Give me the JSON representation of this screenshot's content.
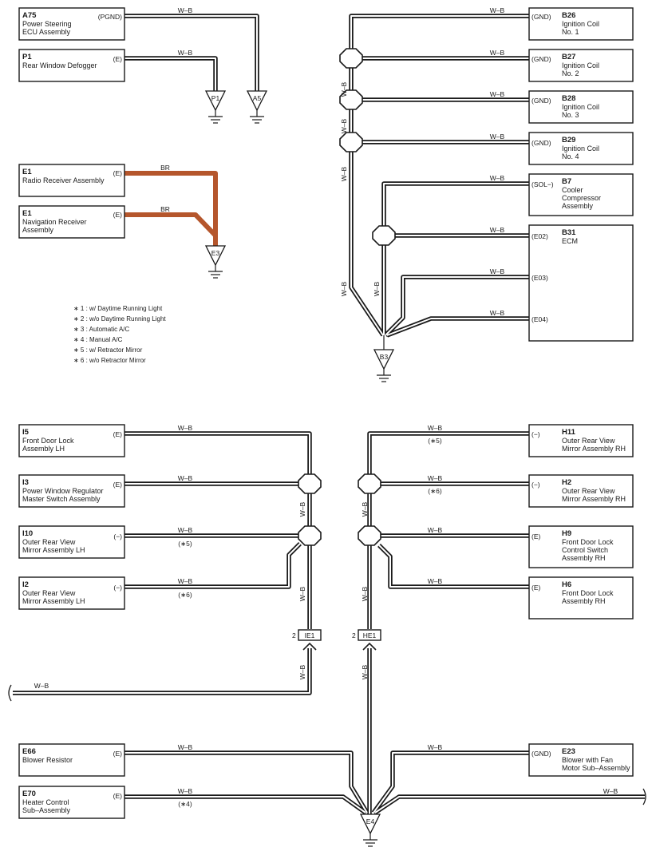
{
  "components": [
    {
      "id": "A75",
      "name": [
        "Power Steering",
        "ECU Assembly"
      ],
      "pin": "(PGND)"
    },
    {
      "id": "P1",
      "name": [
        "Rear Window Defogger"
      ],
      "pin": "(E)"
    },
    {
      "id": "E1",
      "name": [
        "Radio Receiver Assembly"
      ],
      "pin": "(E)"
    },
    {
      "id": "E1",
      "name": [
        "Navigation Receiver",
        "Assembly"
      ],
      "pin": "(E)"
    },
    {
      "id": "B26",
      "name": [
        "Ignition Coil",
        "No. 1"
      ],
      "pin": "(GND)"
    },
    {
      "id": "B27",
      "name": [
        "Ignition Coil",
        "No. 2"
      ],
      "pin": "(GND)"
    },
    {
      "id": "B28",
      "name": [
        "Ignition Coil",
        "No. 3"
      ],
      "pin": "(GND)"
    },
    {
      "id": "B29",
      "name": [
        "Ignition Coil",
        "No. 4"
      ],
      "pin": "(GND)"
    },
    {
      "id": "B7",
      "name": [
        "Cooler",
        "Compressor",
        "Assembly"
      ],
      "pin": "(SOL−)"
    },
    {
      "id": "B31",
      "name": [
        "ECM"
      ],
      "pins": [
        "(E02)",
        "(E03)",
        "(E04)"
      ]
    },
    {
      "id": "I5",
      "name": [
        "Front Door Lock",
        "Assembly LH"
      ],
      "pin": "(E)"
    },
    {
      "id": "I3",
      "name": [
        "Power Window Regulator",
        "Master Switch Assembly"
      ],
      "pin": "(E)"
    },
    {
      "id": "I10",
      "name": [
        "Outer Rear View",
        "Mirror Assembly LH"
      ],
      "pin": "(−)"
    },
    {
      "id": "I2",
      "name": [
        "Outer Rear View",
        "Mirror Assembly LH"
      ],
      "pin": "(−)"
    },
    {
      "id": "H11",
      "name": [
        "Outer Rear View",
        "Mirror Assembly RH"
      ],
      "pin": "(−)"
    },
    {
      "id": "H2",
      "name": [
        "Outer Rear View",
        "Mirror Assembly RH"
      ],
      "pin": "(−)"
    },
    {
      "id": "H9",
      "name": [
        "Front Door Lock",
        "Control Switch",
        "Assembly RH"
      ],
      "pin": "(E)"
    },
    {
      "id": "H6",
      "name": [
        "Front Door Lock",
        "Assembly RH"
      ],
      "pin": "(E)"
    },
    {
      "id": "E66",
      "name": [
        "Blower Resistor"
      ],
      "pin": "(E)"
    },
    {
      "id": "E70",
      "name": [
        "Heater Control",
        "Sub–Assembly"
      ],
      "pin": "(E)"
    },
    {
      "id": "E23",
      "name": [
        "Blower with Fan",
        "Motor Sub–Assembly"
      ],
      "pin": "(GND)"
    }
  ],
  "grounds": [
    "P1",
    "A5",
    "E3",
    "B3",
    "E4"
  ],
  "connectors": [
    {
      "id": "IE1",
      "pin": "2"
    },
    {
      "id": "HE1",
      "pin": "2"
    }
  ],
  "wire_colors": {
    "wb": "W–B",
    "br": "BR"
  },
  "wire_notes": [
    "(∗5)",
    "(∗6)",
    "(∗5)",
    "(∗6)",
    "(∗4)"
  ],
  "notes": [
    "∗ 1 : w/ Daytime Running Light",
    "∗ 2 : w/o Daytime Running Light",
    "∗ 3 : Automatic A/C",
    "∗ 4 : Manual A/C",
    "∗ 5 : w/ Retractor Mirror",
    "∗ 6 : w/o Retractor Mirror"
  ],
  "colors": {
    "wire": "#1a1a1a",
    "br_wire": "#b5562c",
    "background": "#ffffff"
  }
}
